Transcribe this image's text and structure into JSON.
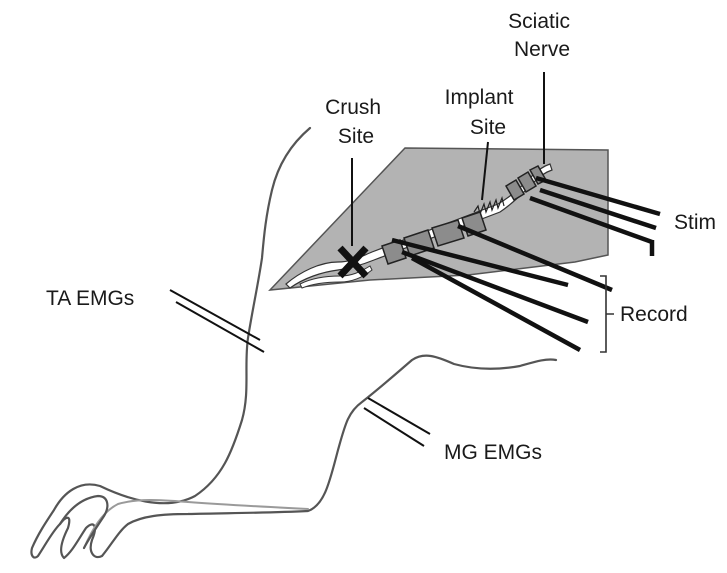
{
  "labels": {
    "sciatic_nerve_line1": "Sciatic",
    "sciatic_nerve_line2": "Nerve",
    "crush_site_line1": "Crush",
    "crush_site_line2": "Site",
    "implant_site_line1": "Implant",
    "implant_site_line2": "Site",
    "stim": "Stim",
    "record": "Record",
    "ta_emgs": "TA EMGs",
    "mg_emgs": "MG EMGs"
  },
  "colors": {
    "incision_fill": "#b3b3b3",
    "outline": "#555555",
    "wire": "#111111",
    "cuff": "#8c8c8c",
    "nerve": "#ffffff"
  }
}
